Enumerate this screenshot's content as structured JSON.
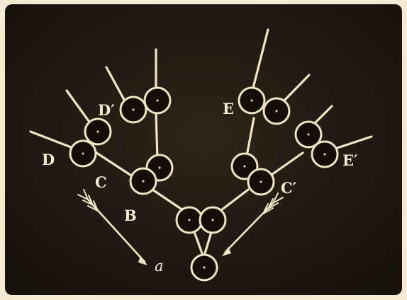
{
  "figure": {
    "colors": {
      "frame": "#f3ecd2",
      "board": "#241c14",
      "chalk": "#efe6c6",
      "cell": "#150e09"
    },
    "labels": {
      "D": "D",
      "D_prime": "D′",
      "C": "C",
      "B": "B",
      "a": "a",
      "E": "E",
      "C_prime": "C′",
      "E_prime": "E′"
    }
  }
}
